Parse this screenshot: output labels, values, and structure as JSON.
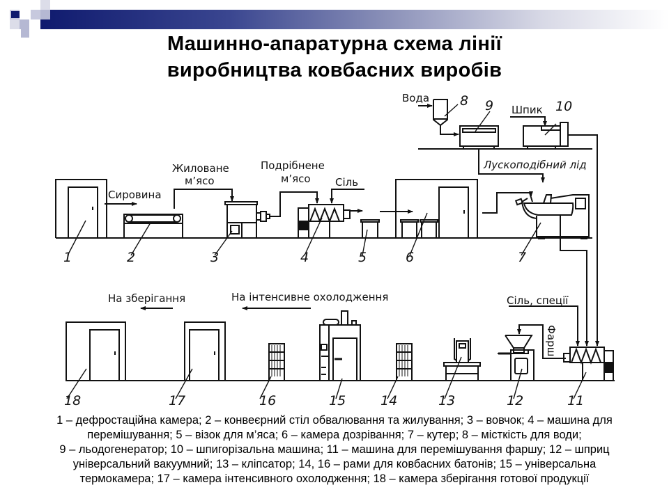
{
  "header": {
    "title_line1": "Машинно-апаратурна схема лінії",
    "title_line2": "виробництва ковбасних виробів"
  },
  "diagram": {
    "labels": {
      "voda": "Вода",
      "shpyk": "Шпик",
      "luskopodibnyi_lid": "Лускоподібний лід",
      "syrovyna": "Сировина",
      "zhylovane_line1": "Жиловане",
      "zhylovane_line2": "м’ясо",
      "podribnene_line1": "Подрібнене",
      "podribnene_line2": "м’ясо",
      "sil": "Сіль",
      "na_zberigannia": "На зберігання",
      "na_intensyvne": "На інтенсивне охолодження",
      "sil_spetsii": "Сіль, спеції",
      "farsh": "Фарш"
    },
    "equipment_numbers": [
      "1",
      "2",
      "3",
      "4",
      "5",
      "6",
      "7",
      "8",
      "9",
      "10",
      "11",
      "12",
      "13",
      "14",
      "15",
      "16",
      "17",
      "18"
    ]
  },
  "legend": {
    "lines": [
      "1 – дефростаційна камера; 2 – конвеєрний стіл обвалювання та жилування; 3 – вовчок; 4 – машина для",
      "перемішування;  5 – візок для м’яса; 6 – камера дозрівання; 7 – кутер; 8 – місткість для води;",
      "9 – льодогенератор; 10 – шпигорізальна машина;  11 – машина для перемішування фаршу; 12 – шприц",
      "універсальний вакуумний;  13 – кліпсатор; 14, 16 – рами для ковбасних батонів; 15 – універсальна",
      "термокамера; 17 – камера інтенсивного охолодження; 18 – камера зберігання готової продукції"
    ]
  },
  "colors": {
    "banner_dark": "#0f1a6e",
    "square_dark": "#0f1a6e",
    "square_light": "#c7c9de",
    "line": "#111111"
  }
}
